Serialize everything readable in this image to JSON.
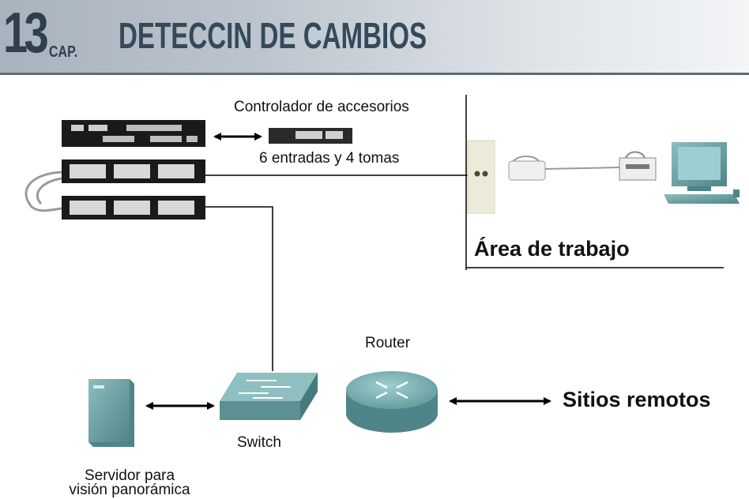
{
  "header": {
    "chapter_number": "13",
    "chapter_word": "CAP.",
    "title": "DETECCIN DE CAMBIOS"
  },
  "labels": {
    "controller": "Controlador de accesorios",
    "inputs": "6 entradas y 4 tomas",
    "work_area": "Área de trabajo",
    "router": "Router",
    "switch": "Switch",
    "remote_sites": "Sitios remotos",
    "server_line1": "Servidor para",
    "server_line2": "visión panorámica"
  },
  "colors": {
    "device_teal": "#6fa3a6",
    "rack_dark": "#1a1a1a",
    "line": "#000000"
  }
}
